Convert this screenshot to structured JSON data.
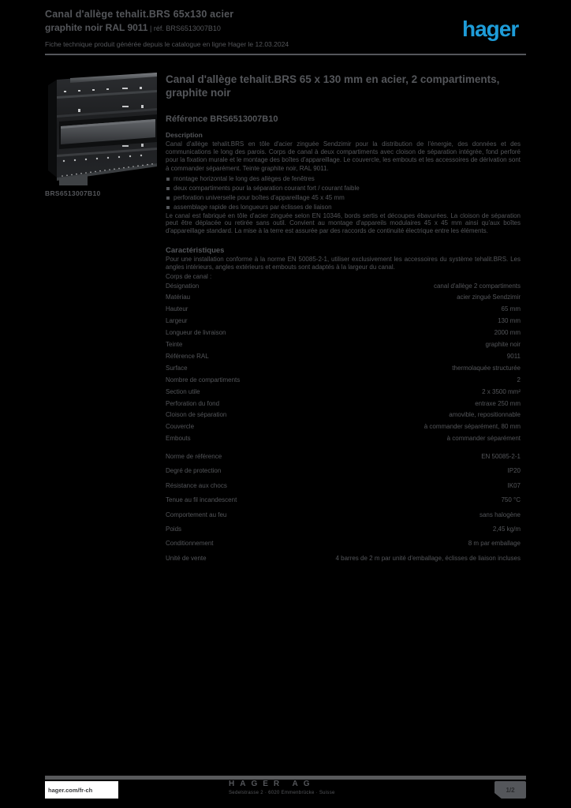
{
  "colors": {
    "background": "#000000",
    "text_gray": "#54565A",
    "brand_blue": "#1E9CD8",
    "footer_bar": "#58595B",
    "footer_box": "#FFFFFF"
  },
  "brand": {
    "logo_text": "hager"
  },
  "header": {
    "line1": "Canal d'allège tehalit.BRS 65x130 acier",
    "line2_bold": "graphite noir RAL 9011",
    "line2_normal": " | réf. BRS6513007B10",
    "line3": "Fiche technique produit générée depuis le catalogue en ligne Hager le 12.03.2024"
  },
  "product": {
    "photo_alt": "product-photo",
    "reference": "BRS6513007B10",
    "title": "Canal d'allège tehalit.BRS 65 x 130 mm en acier, 2 compartiments, graphite noir",
    "reference_line": "Référence BRS6513007B10"
  },
  "sections": {
    "description_label": "Description",
    "characteristics_label": "Caractéristiques",
    "body_label": "Corps de canal :"
  },
  "description": {
    "para1": "Canal d'allège tehalit.BRS en tôle d'acier zinguée Sendzimir pour la distribution de l'énergie, des données et des communications le long des parois. Corps de canal à deux compartiments avec cloison de séparation intégrée, fond perforé pour la fixation murale et le montage des boîtes d'appareillage. Le couvercle, les embouts et les accessoires de dérivation sont à commander séparément. Teinte graphite noir, RAL 9011.",
    "bullets": [
      "montage horizontal le long des allèges de fenêtres",
      "deux compartiments pour la séparation courant fort / courant faible",
      "perforation universelle pour boîtes d'appareillage 45 x 45 mm",
      "assemblage rapide des longueurs par éclisses de liaison"
    ],
    "para2": "Le canal est fabriqué en tôle d'acier zinguée selon EN 10346, bords sertis et découpes ébavurées. La cloison de séparation peut être déplacée ou retirée sans outil. Convient au montage d'appareils modulaires 45 x 45 mm ainsi qu'aux boîtes d'appareillage standard. La mise à la terre est assurée par des raccords de continuité électrique entre les éléments.",
    "para3": "Pour une installation conforme à la norme EN 50085-2-1, utiliser exclusivement les accessoires du système tehalit.BRS. Les angles intérieurs, angles extérieurs et embouts sont adaptés à la largeur du canal."
  },
  "spec_group1": [
    {
      "label": "Désignation",
      "value": "canal d'allège 2 compartiments"
    },
    {
      "label": "Matériau",
      "value": "acier zingué Sendzimir"
    },
    {
      "label": "Hauteur",
      "value": "65 mm"
    },
    {
      "label": "Largeur",
      "value": "130 mm"
    },
    {
      "label": "Longueur de livraison",
      "value": "2000 mm"
    },
    {
      "label": "Teinte",
      "value": "graphite noir"
    },
    {
      "label": "Référence RAL",
      "value": "9011"
    },
    {
      "label": "Surface",
      "value": "thermolaquée structurée"
    },
    {
      "label": "Nombre de compartiments",
      "value": "2"
    },
    {
      "label": "Section utile",
      "value": "2 x 3500 mm²"
    },
    {
      "label": "Perforation du fond",
      "value": "entraxe 250 mm"
    },
    {
      "label": "Cloison de séparation",
      "value": "amovible, repositionnable"
    },
    {
      "label": "Couvercle",
      "value": "à commander séparément, 80 mm"
    },
    {
      "label": "Embouts",
      "value": "à commander séparément"
    }
  ],
  "spec_group2": [
    {
      "label": "Norme de référence",
      "value": "EN 50085-2-1"
    },
    {
      "label": "Degré de protection",
      "value": "IP20"
    },
    {
      "label": "Résistance aux chocs",
      "value": "IK07"
    },
    {
      "label": "Tenue au fil incandescent",
      "value": "750 °C"
    },
    {
      "label": "Comportement au feu",
      "value": "sans halogène"
    },
    {
      "label": "Poids",
      "value": "2,45 kg/m"
    },
    {
      "label": "Conditionnement",
      "value": "8 m par emballage"
    },
    {
      "label": "Unité de vente",
      "value": "4 barres de 2 m par unité d'emballage, éclisses de liaison incluses"
    }
  ],
  "footer": {
    "url": "hager.com/fr-ch",
    "company": "HAGER AG",
    "address": "Sedelstrasse 2 · 6020 Emmenbrücke · Suisse",
    "page_indicator": "1/2"
  }
}
